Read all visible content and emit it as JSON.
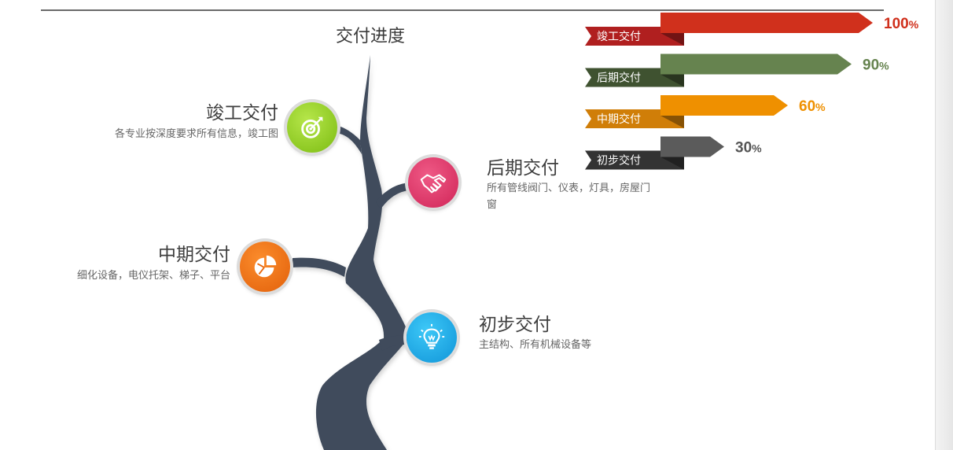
{
  "title": "交付进度",
  "nodes": [
    {
      "title": "竣工交付",
      "desc": "各专业按深度要求所有信息，竣工图",
      "icon": "target-icon",
      "color": "#8cc51a"
    },
    {
      "title": "后期交付",
      "desc": "所有管线阀门、仪表，灯具，房屋门窗",
      "icon": "handshake-icon",
      "color": "#e23a6e"
    },
    {
      "title": "中期交付",
      "desc": "细化设备，电仪托架、梯子、平台",
      "icon": "pie-chart-icon",
      "color": "#f07316"
    },
    {
      "title": "初步交付",
      "desc": "主结构、所有机械设备等",
      "icon": "lightbulb-icon",
      "color": "#1aa9e6"
    }
  ],
  "chart_data": {
    "type": "bar",
    "orientation": "horizontal",
    "categories": [
      "竣工交付",
      "后期交付",
      "中期交付",
      "初步交付"
    ],
    "values": [
      100,
      90,
      60,
      30
    ],
    "unit": "%",
    "colors": [
      "#d0301c",
      "#66834f",
      "#ef9000",
      "#5b5b5b"
    ],
    "label_colors": [
      "#b01f1f",
      "#3f5230",
      "#d07e08",
      "#333333"
    ],
    "value_colors": [
      "#d0301c",
      "#66834f",
      "#ef9000",
      "#555555"
    ],
    "xlim": [
      0,
      100
    ]
  }
}
